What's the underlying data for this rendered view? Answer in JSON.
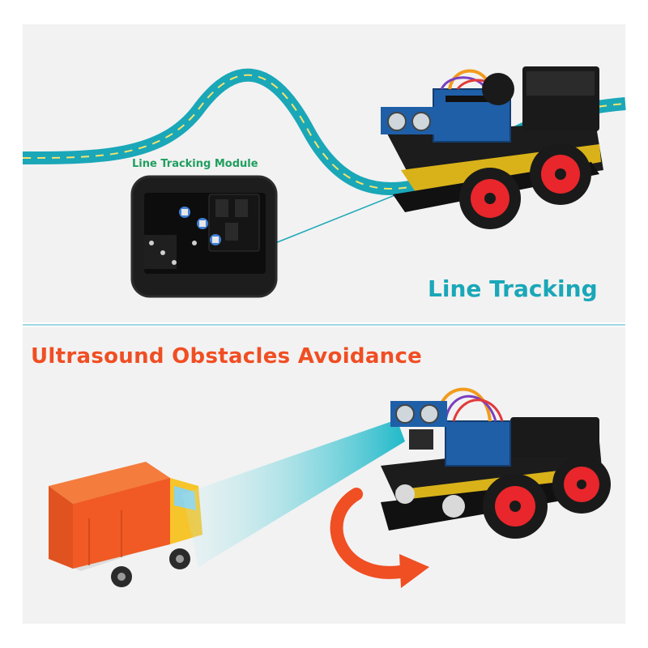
{
  "top_panel": {
    "module_label": "Line Tracking Module",
    "title": "Line Tracking"
  },
  "bottom_panel": {
    "title": "Ultrasound Obstacles Avoidance"
  },
  "colors": {
    "background": "#f2f2f2",
    "teal": "#1aa7b8",
    "line_green": "#1f9e5f",
    "orange": "#f04e23",
    "wheel_red": "#e8262b",
    "truck_orange": "#f15a24",
    "truck_cab": "#f6c42b",
    "divider": "#9fd8e4"
  },
  "icons": [
    "robot-car-icon",
    "truck-icon",
    "rotate-arrow-icon",
    "ultrasonic-sensor-icon"
  ]
}
